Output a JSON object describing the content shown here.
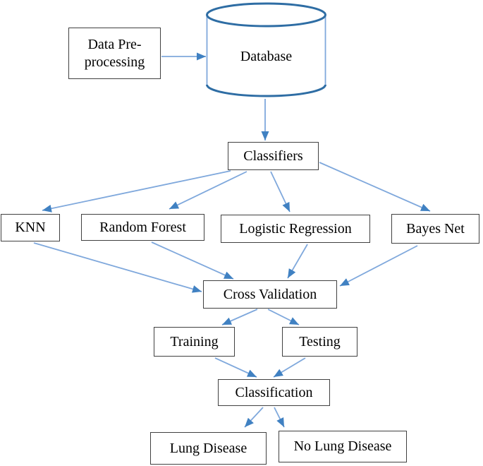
{
  "diagram": {
    "type": "flowchart",
    "description": "Lung disease classification pipeline flowchart"
  },
  "nodes": {
    "data_preprocessing": {
      "line1": "Data Pre-",
      "line2": "processing"
    },
    "database": {
      "label": "Database"
    },
    "classifiers": {
      "label": "Classifiers"
    },
    "knn": {
      "label": "KNN"
    },
    "random_forest": {
      "label": "Random Forest"
    },
    "logistic_regression": {
      "label": "Logistic Regression"
    },
    "bayes_net": {
      "label": "Bayes Net"
    },
    "cross_validation": {
      "label": "Cross Validation"
    },
    "training": {
      "label": "Training"
    },
    "testing": {
      "label": "Testing"
    },
    "classification": {
      "label": "Classification"
    },
    "lung_disease": {
      "label": "Lung Disease"
    },
    "no_lung_disease": {
      "label": "No Lung Disease"
    }
  },
  "edges": [
    {
      "from": "data_preprocessing",
      "to": "database"
    },
    {
      "from": "database",
      "to": "classifiers"
    },
    {
      "from": "classifiers",
      "to": "knn"
    },
    {
      "from": "classifiers",
      "to": "random_forest"
    },
    {
      "from": "classifiers",
      "to": "logistic_regression"
    },
    {
      "from": "classifiers",
      "to": "bayes_net"
    },
    {
      "from": "knn",
      "to": "cross_validation"
    },
    {
      "from": "random_forest",
      "to": "cross_validation"
    },
    {
      "from": "logistic_regression",
      "to": "cross_validation"
    },
    {
      "from": "bayes_net",
      "to": "cross_validation"
    },
    {
      "from": "cross_validation",
      "to": "training"
    },
    {
      "from": "cross_validation",
      "to": "testing"
    },
    {
      "from": "training",
      "to": "classification"
    },
    {
      "from": "testing",
      "to": "classification"
    },
    {
      "from": "classification",
      "to": "lung_disease"
    },
    {
      "from": "classification",
      "to": "no_lung_disease"
    }
  ],
  "colors": {
    "arrow_shaft": "#7FA8DC",
    "arrow_head": "#4081C2",
    "cylinder_stroke": "#2E6DA4",
    "box_border": "#404040",
    "text": "#000000",
    "background": "#FFFFFF"
  }
}
